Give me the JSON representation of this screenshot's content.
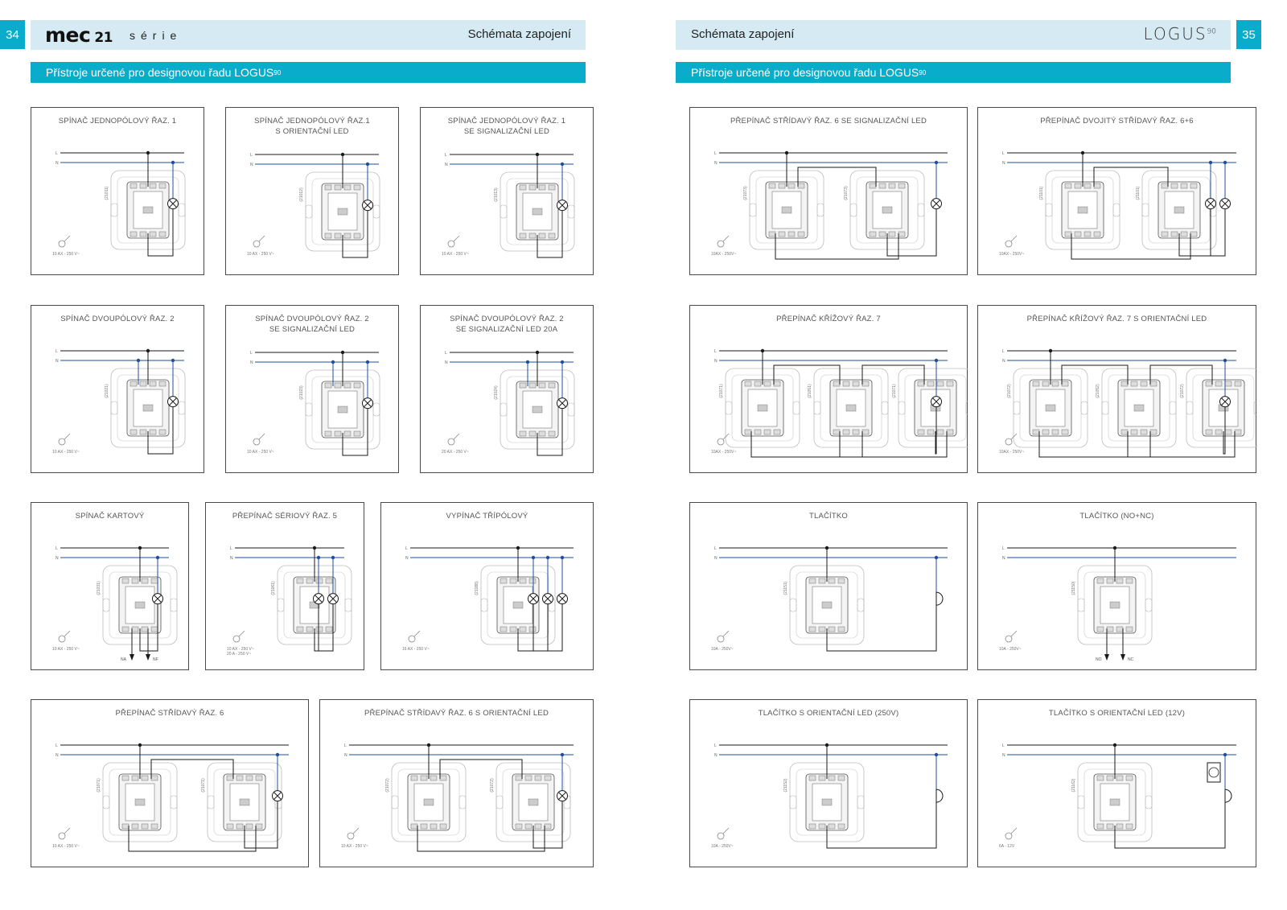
{
  "left_page": {
    "page_number": "34",
    "brand": "mec",
    "brand_number": "21",
    "series": "série",
    "header_title": "Schémata zapojení",
    "section_title": "Přístroje určené pro designovou řadu LOGUS",
    "section_sup": "90"
  },
  "right_page": {
    "page_number": "35",
    "header_title": "Schémata zapojení",
    "logo": "LOGUS",
    "logo_sup": "90",
    "section_title": "Přístroje určené pro designovou řadu LOGUS",
    "section_sup": "90"
  },
  "panels": [
    {
      "title": "SPÍNAČ JEDNOPÓLOVÝ ŘAZ. 1",
      "code": "(21011)",
      "rating": "10 AX - 250 V~"
    },
    {
      "title": "SPÍNAČ JEDNOPÓLOVÝ ŘAZ.1\nS ORIENTAČNÍ LED",
      "code": "(21012)",
      "rating": "10 AX - 250 V~"
    },
    {
      "title": "SPÍNAČ JEDNOPÓLOVÝ ŘAZ. 1\nSE SIGNALIZAČNÍ LED",
      "code": "(21013)",
      "rating": "10 AX - 250 V~"
    },
    {
      "title": "SPÍNAČ DVOUPÓLOVÝ ŘAZ. 2",
      "code": "(21021)",
      "rating": "10 AX - 250 V~"
    },
    {
      "title": "SPÍNAČ DVOUPÓLOVÝ ŘAZ. 2\nSE SIGNALIZAČNÍ LED",
      "code": "(21023)",
      "rating": "10 AX - 250 V~"
    },
    {
      "title": "SPÍNAČ DVOUPÓLOVÝ ŘAZ. 2\nSE SIGNALIZAČNÍ LED 20A",
      "code": "(21024)",
      "rating": "20 AX - 250 V~"
    },
    {
      "title": "SPÍNAČ KARTOVÝ",
      "code": "(21031)",
      "rating": "10 AX - 250 V~",
      "extra": [
        "NA",
        "NF"
      ]
    },
    {
      "title": "PŘEPÍNAČ SÉRIOVÝ ŘAZ. 5",
      "code": "(21061)",
      "rating": "10 AX - 250 V~\n20 A - 250 V~"
    },
    {
      "title": "VYPÍNAČ TŘÍPÓLOVÝ",
      "code": "(21088)",
      "rating": "16 AX - 250 V~"
    },
    {
      "title": "PŘEPÍNAČ STŘÍDAVÝ ŘAZ. 6",
      "code": "(21071)",
      "code2": "(21071)",
      "rating": "10 AX - 250 V~"
    },
    {
      "title": "PŘEPÍNAČ STŘÍDAVÝ ŘAZ. 6 S ORIENTAČNÍ LED",
      "code": "(21072)",
      "code2": "(21072)",
      "rating": "10 AX - 250 V~"
    },
    {
      "title": "PŘEPÍNAČ STŘÍDAVÝ ŘAZ. 6 SE SIGNALIZAČNÍ LED",
      "code": "(21073)",
      "code2": "(21073)",
      "rating": "10AX - 250V~"
    },
    {
      "title": "PŘEPÍNAČ DVOJITÝ STŘÍDAVÝ ŘAZ. 6+6",
      "code": "(21101)",
      "code2": "(21101)",
      "rating": "10AX - 250V~"
    },
    {
      "title": "PŘEPÍNAČ KŘÍŽOVÝ ŘAZ. 7",
      "code": "(21071)",
      "code2": "(21051)",
      "code3": "(21071)",
      "rating": "10AX - 250V~"
    },
    {
      "title": "PŘEPÍNAČ KŘÍŽOVÝ ŘAZ. 7 S ORIENTAČNÍ LED",
      "code": "(21072)",
      "code2": "(21052)",
      "code3": "(21072)",
      "rating": "10AX - 250V~"
    },
    {
      "title": "TLAČÍTKO",
      "code": "(21151)",
      "rating": "10A - 250V~"
    },
    {
      "title": "TLAČÍTKO (NO+NC)",
      "code": "(21150)",
      "rating": "10A - 250V~",
      "extra": [
        "NO",
        "NC"
      ]
    },
    {
      "title": "TLAČÍTKO S ORIENTAČNÍ LED (250V)",
      "code": "(21152)",
      "rating": "10A - 250V~"
    },
    {
      "title": "TLAČÍTKO S ORIENTAČNÍ LED (12V)",
      "code": "(21162)",
      "rating": "6A - 12V"
    }
  ],
  "line_labels": {
    "l": "L",
    "n": "N"
  },
  "colors": {
    "accent": "#0aaccb",
    "header_bg": "#d5eaf2",
    "neutral_wire": "#1f4f9a",
    "wire": "#1a1a1a"
  }
}
